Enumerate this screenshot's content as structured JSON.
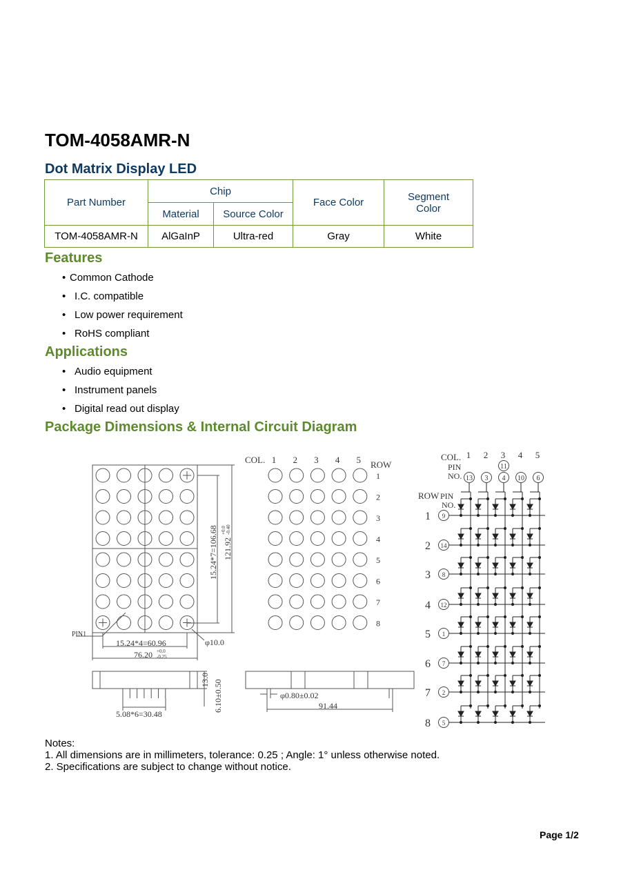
{
  "document": {
    "title": "TOM-4058AMR-N",
    "subtitle": "Dot Matrix Display LED"
  },
  "spec_table": {
    "headers": {
      "part_number": "Part Number",
      "chip": "Chip",
      "material": "Material",
      "source_color": "Source Color",
      "face_color": "Face Color",
      "segment_color": "Segment Color"
    },
    "row": {
      "part_number": "TOM-4058AMR-N",
      "material": "AlGaInP",
      "source_color": "Ultra-red",
      "face_color": "Gray",
      "segment_color": "White"
    }
  },
  "features": {
    "heading": "Features",
    "items": [
      "Common Cathode",
      "I.C. compatible",
      "Low power requirement",
      "RoHS compliant"
    ]
  },
  "applications": {
    "heading": "Applications",
    "items": [
      "Audio equipment",
      "Instrument panels",
      "Digital read out display"
    ]
  },
  "package": {
    "heading": "Package Dimensions & Internal Circuit Diagram"
  },
  "drawing": {
    "pin1": "PIN1",
    "dim_pitch_h": "15.24*4=60.96",
    "dim_width": "76.20",
    "dim_width_tol_upper": "+0.0",
    "dim_width_tol_lower": "-0.25",
    "dim_pitch_v": "15.24*7=106.68",
    "dim_height": "121.92",
    "dim_height_tol_upper": "+0.0",
    "dim_height_tol_lower": "-0.40",
    "dim_dot": "φ10.0",
    "dim_depth": "13.0",
    "dim_pin_len": "6.10±0.50",
    "dim_pin_pitch": "5.08*6=30.48",
    "dim_pin_dia": "φ0.80±0.02",
    "dim_side_len": "91.44",
    "col_label": "COL.",
    "row_label": "ROW",
    "col_numbers": [
      "1",
      "2",
      "3",
      "4",
      "5"
    ],
    "row_numbers": [
      "1",
      "2",
      "3",
      "4",
      "5",
      "6",
      "7",
      "8"
    ]
  },
  "circuit": {
    "col_label": "COL.",
    "pin_label": "PIN",
    "no_label": "NO.",
    "row_label": "ROW",
    "col_numbers": [
      "1",
      "2",
      "3",
      "4",
      "5"
    ],
    "col_pins": [
      "13",
      "3",
      "4",
      "10",
      "6"
    ],
    "col_pin_top": "11",
    "row_numbers": [
      "1",
      "2",
      "3",
      "4",
      "5",
      "6",
      "7",
      "8"
    ],
    "row_pins": [
      "9",
      "14",
      "8",
      "12",
      "1",
      "7",
      "2",
      "5"
    ]
  },
  "notes": {
    "title": "Notes:",
    "items": [
      "1. All dimensions are in millimeters, tolerance:   0.25 ; Angle:   1° unless otherwise noted.",
      "2. Specifications are subject to change without notice."
    ]
  },
  "footer": {
    "page": "Page 1/2"
  }
}
